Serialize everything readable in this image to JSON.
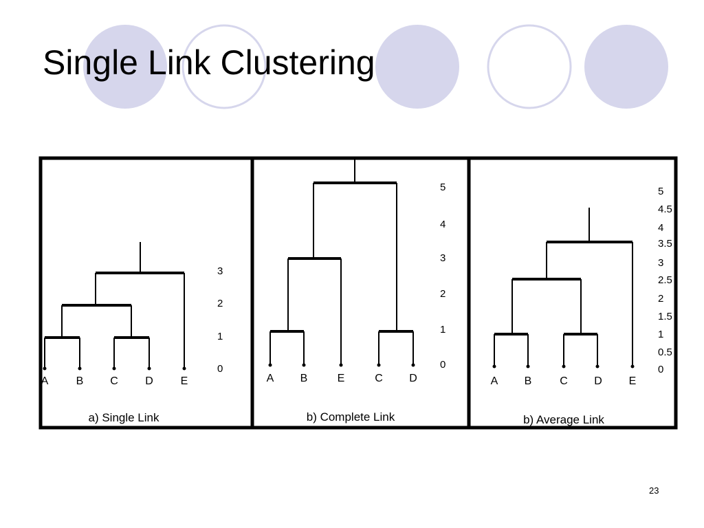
{
  "slide": {
    "title": "Single Link Clustering",
    "page_number": "23"
  },
  "colors": {
    "circle_fill": "#d6d6ec",
    "circle_stroke": "#d6d6ec",
    "line": "#000000",
    "background": "#ffffff"
  },
  "panels": [
    {
      "caption": "a)  Single Link",
      "leaves": [
        "A",
        "B",
        "C",
        "D",
        "E"
      ],
      "scale": [
        "3",
        "2",
        "1",
        "0"
      ]
    },
    {
      "caption": "b) Complete Link",
      "leaves": [
        "A",
        "B",
        "E",
        "C",
        "D"
      ],
      "scale": [
        "5",
        "4",
        "3",
        "2",
        "1",
        "0"
      ]
    },
    {
      "caption": "b) Average Link",
      "leaves": [
        "A",
        "B",
        "C",
        "D",
        "E"
      ],
      "scale": [
        "5",
        "4.5",
        "4",
        "3.5",
        "3",
        "2.5",
        "2",
        "1.5",
        "1",
        "0.5",
        "0"
      ]
    }
  ]
}
